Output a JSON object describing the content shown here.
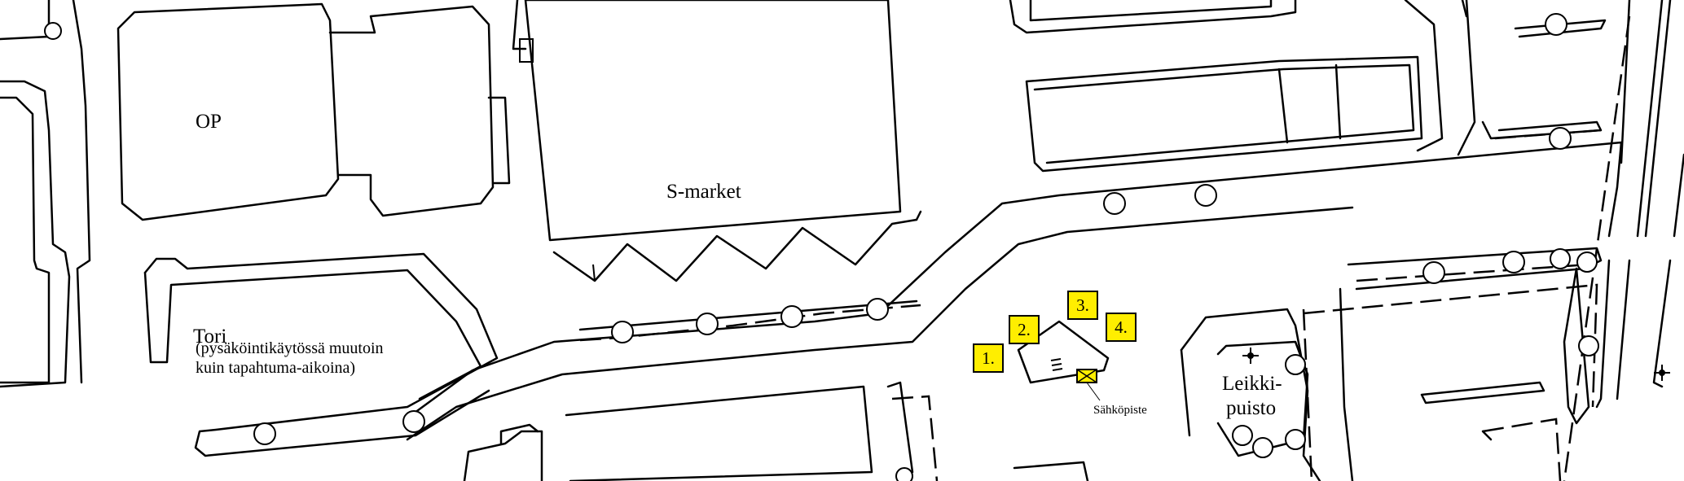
{
  "map": {
    "labels": {
      "op": "OP",
      "smarket": "S-market",
      "tori": "Tori",
      "tori_note_line1": "(pysäköintikäytössä muutoin",
      "tori_note_line2": "kuin tapahtuma-aikoina)",
      "leikki_line1": "Leikki-",
      "leikki_line2": "puisto",
      "sahkopiste": "Sähköpiste"
    },
    "markers": [
      "1.",
      "2.",
      "3.",
      "4."
    ],
    "colors": {
      "marker_fill": "#ffee00",
      "lines": "#000000",
      "background": "#ffffff"
    },
    "icons": [
      "tree-icon",
      "electric-point-icon"
    ]
  }
}
